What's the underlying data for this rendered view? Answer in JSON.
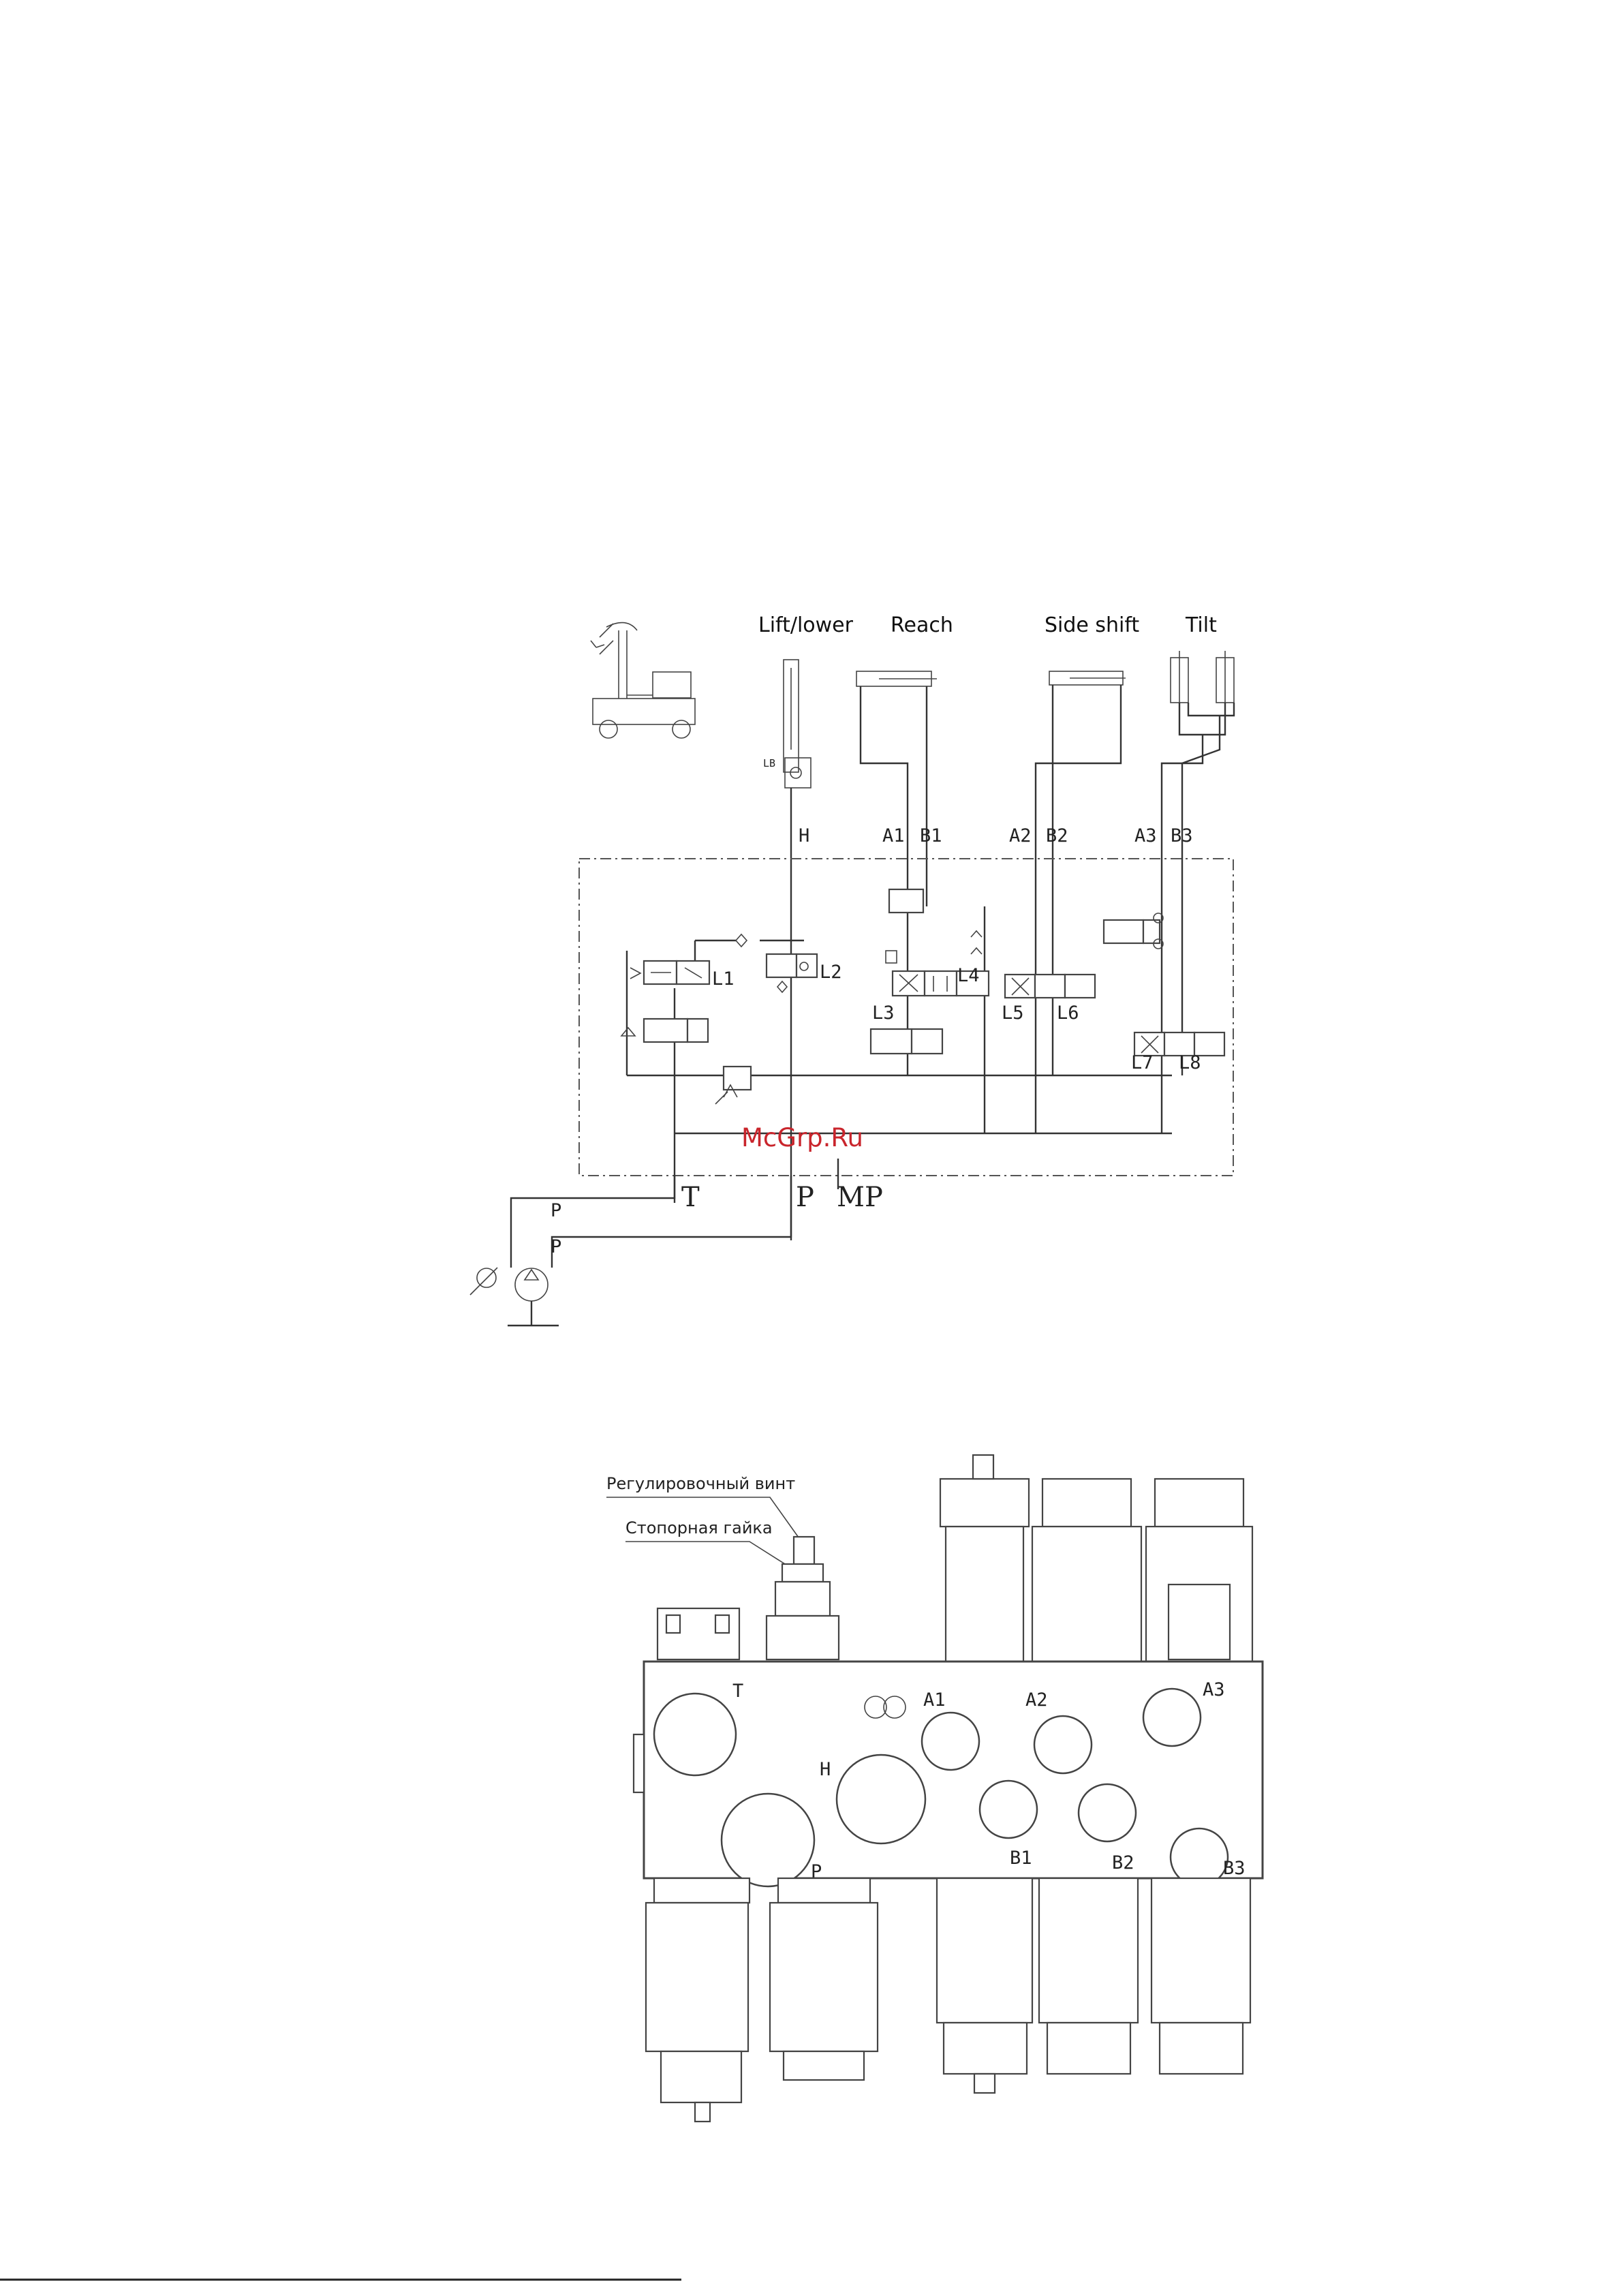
{
  "schematic": {
    "columns": {
      "lift": "Lift/lower",
      "reach": "Reach",
      "side_shift": "Side shift",
      "tilt": "Tilt"
    },
    "lines": {
      "h": "H",
      "a1": "A1",
      "b1": "B1",
      "a2": "A2",
      "b2": "B2",
      "a3": "A3",
      "b3": "B3"
    },
    "valves": {
      "lb": "LB",
      "l1": "L1",
      "l2": "L2",
      "l3": "L3",
      "l4": "L4",
      "l5": "L5",
      "l6": "L6",
      "l7": "L7",
      "l8": "L8"
    },
    "bottom_ports": {
      "t": "T",
      "p": "P",
      "mp": "MP",
      "pump_line_1": "P",
      "pump_line_2": "P"
    },
    "watermark": "McGrp.Ru"
  },
  "valve_block": {
    "callouts": {
      "adjust_screw": "Регулировочный винт",
      "lock_nut": "Стопорная гайка"
    },
    "ports": {
      "t": "T",
      "h": "H",
      "p": "P",
      "a1": "A1",
      "a2": "A2",
      "a3": "A3",
      "b1": "B1",
      "b2": "B2",
      "b3": "B3"
    }
  }
}
